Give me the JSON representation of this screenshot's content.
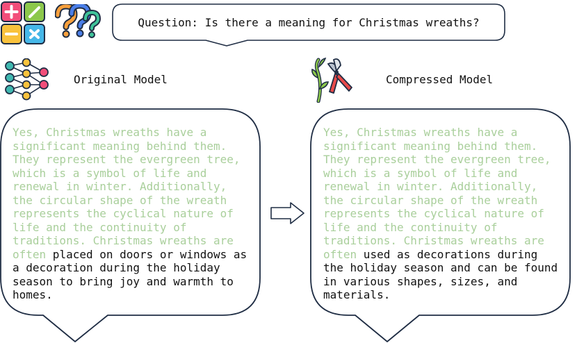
{
  "question": "Question: Is there a meaning for Christmas wreaths?",
  "original": {
    "label": "Original Model",
    "answer_shared": "Yes, Christmas wreaths have a\nsignificant meaning behind them.\nThey represent the evergreen tree,\nwhich is a symbol of life and\nrenewal in winter. Additionally,\nthe circular shape of the wreath\nrepresents the cyclical nature of\nlife and the continuity of\ntraditions. Christmas wreaths are\noften",
    "answer_rest": " placed on doors or windows as\na decoration during the holiday\nseason to bring joy and warmth to\nhomes."
  },
  "compressed": {
    "label": "Compressed Model",
    "answer_shared": "Yes, Christmas wreaths have a\nsignificant meaning behind them.\nThey represent the evergreen tree,\nwhich is a symbol of life and\nrenewal in winter. Additionally,\nthe circular shape of the wreath\nrepresents the cyclical nature of\nlife and the continuity of\ntraditions. Christmas wreaths are\noften",
    "answer_rest": " used as decorations during\nthe holiday season and can be found\nin various shapes, sizes, and\nmaterials."
  },
  "colors": {
    "shared_text": "#a9cf9b",
    "new_text": "#111111",
    "bubble_stroke": "#1f2d44"
  },
  "icons": [
    "calculator-icon",
    "question-marks-icon",
    "neural-network-icon",
    "pruning-shears-icon",
    "arrow-right-icon"
  ]
}
